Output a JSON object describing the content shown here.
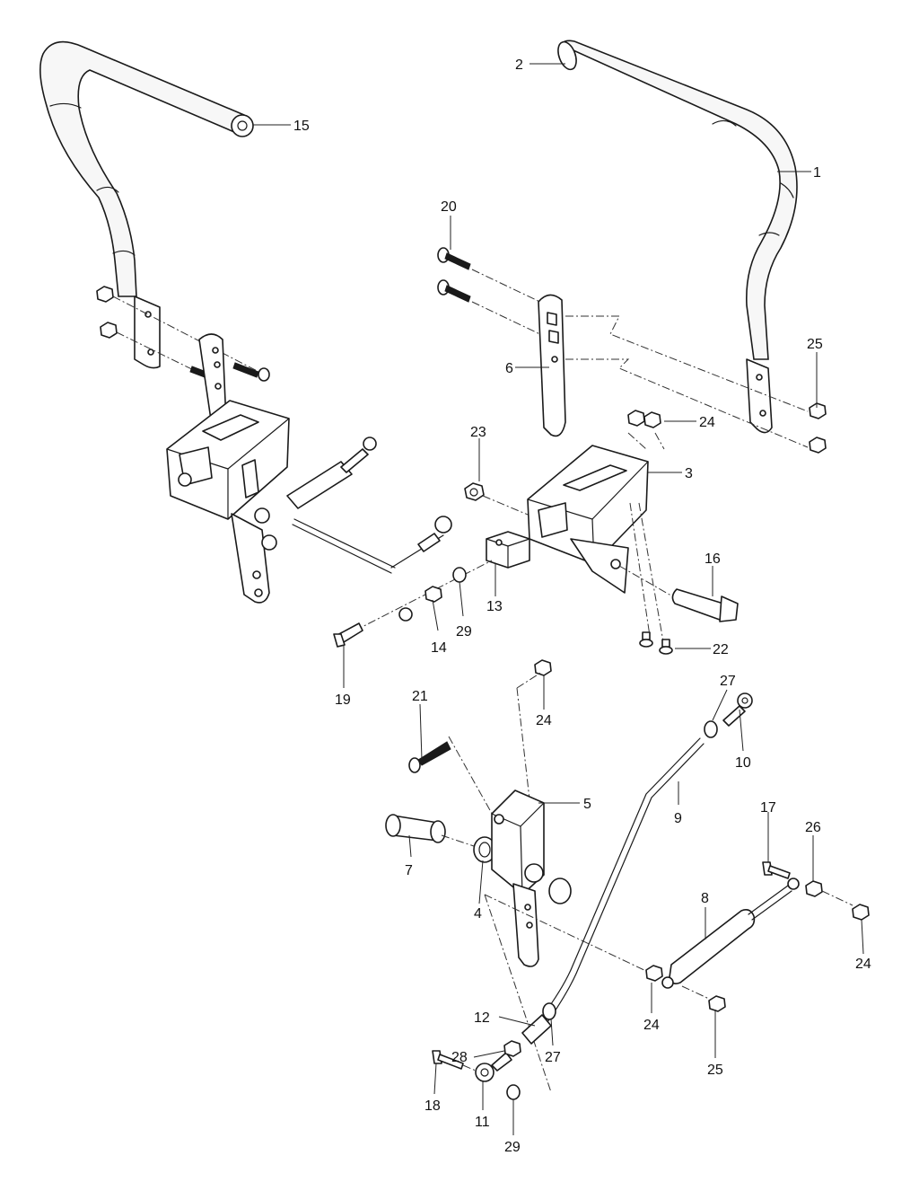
{
  "callouts": [
    {
      "label": "1"
    },
    {
      "label": "2"
    },
    {
      "label": "3"
    },
    {
      "label": "4"
    },
    {
      "label": "5"
    },
    {
      "label": "6"
    },
    {
      "label": "7"
    },
    {
      "label": "8"
    },
    {
      "label": "9"
    },
    {
      "label": "10"
    },
    {
      "label": "11"
    },
    {
      "label": "12"
    },
    {
      "label": "13"
    },
    {
      "label": "14"
    },
    {
      "label": "15"
    },
    {
      "label": "16"
    },
    {
      "label": "17"
    },
    {
      "label": "18"
    },
    {
      "label": "19"
    },
    {
      "label": "20"
    },
    {
      "label": "21"
    },
    {
      "label": "22"
    },
    {
      "label": "23"
    },
    {
      "label": "24"
    },
    {
      "label": "24"
    },
    {
      "label": "24"
    },
    {
      "label": "24"
    },
    {
      "label": "25"
    },
    {
      "label": "25"
    },
    {
      "label": "26"
    },
    {
      "label": "27"
    },
    {
      "label": "27"
    },
    {
      "label": "28"
    },
    {
      "label": "29"
    },
    {
      "label": "29"
    }
  ]
}
